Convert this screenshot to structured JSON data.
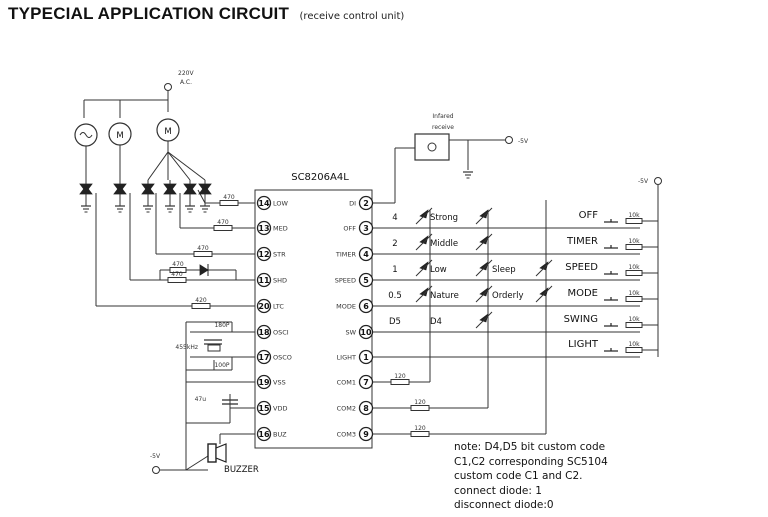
{
  "title": "TYPECIAL APPLICATION CIRCUIT",
  "subtitle": "(receive control unit)",
  "chip_name": "SC8206A4L",
  "left_pins": [
    {
      "num": "14",
      "label": "LOW",
      "res": "470"
    },
    {
      "num": "13",
      "label": "MED",
      "res": "470"
    },
    {
      "num": "12",
      "label": "STR",
      "res": "470"
    },
    {
      "num": "11",
      "label": "SHD",
      "res": "470"
    },
    {
      "num": "20",
      "label": "LTC",
      "res": "420"
    },
    {
      "num": "18",
      "label": "OSCI",
      "res": ""
    },
    {
      "num": "17",
      "label": "OSCO",
      "res": ""
    },
    {
      "num": "19",
      "label": "VSS",
      "res": ""
    },
    {
      "num": "15",
      "label": "VDD",
      "res": ""
    },
    {
      "num": "16",
      "label": "BUZ",
      "res": ""
    }
  ],
  "right_pins": [
    {
      "num": "2",
      "label": "DI",
      "res": ""
    },
    {
      "num": "3",
      "label": "OFF",
      "res": ""
    },
    {
      "num": "4",
      "label": "TIMER",
      "res": ""
    },
    {
      "num": "5",
      "label": "SPEED",
      "res": ""
    },
    {
      "num": "6",
      "label": "MODE",
      "res": ""
    },
    {
      "num": "10",
      "label": "SW",
      "res": ""
    },
    {
      "num": "1",
      "label": "LIGHT",
      "res": ""
    },
    {
      "num": "7",
      "label": "COM1",
      "res": "120"
    },
    {
      "num": "8",
      "label": "COM2",
      "res": "120"
    },
    {
      "num": "9",
      "label": "COM3",
      "res": "120"
    }
  ],
  "matrix": [
    {
      "c1": "4",
      "c2": "Strong",
      "c3": ""
    },
    {
      "c1": "2",
      "c2": "Middle",
      "c3": ""
    },
    {
      "c1": "1",
      "c2": "Low",
      "c3": "Sleep"
    },
    {
      "c1": "0.5",
      "c2": "Nature",
      "c3": "Orderly"
    },
    {
      "c1": "D5",
      "c2": "D4",
      "c3": ""
    }
  ],
  "keys": [
    {
      "label": "OFF",
      "res": "10k"
    },
    {
      "label": "TIMER",
      "res": "10k"
    },
    {
      "label": "SPEED",
      "res": "10k"
    },
    {
      "label": "MODE",
      "res": "10k"
    },
    {
      "label": "SWING",
      "res": "10k"
    },
    {
      "label": "LIGHT",
      "res": "10k"
    }
  ],
  "labels": {
    "ac_voltage": "220V",
    "ac_unit": "A.C.",
    "motor_symbol": "M",
    "infrared_line1": "Infared",
    "infrared_line2": "receive",
    "supply_ir": "-5V",
    "supply_keys": "-5V",
    "supply_left": "-5V",
    "cap_osc1": "180P",
    "crystal": "455kHz",
    "cap_osc2": "100P",
    "cap_vdd": "47u",
    "buzzer": "BUZZER"
  },
  "note_lines": [
    "note: D4,D5 bit custom code",
    "C1,C2 corresponding SC5104",
    "custom code C1 and C2.",
    "connect diode: 1",
    "disconnect diode:0"
  ]
}
